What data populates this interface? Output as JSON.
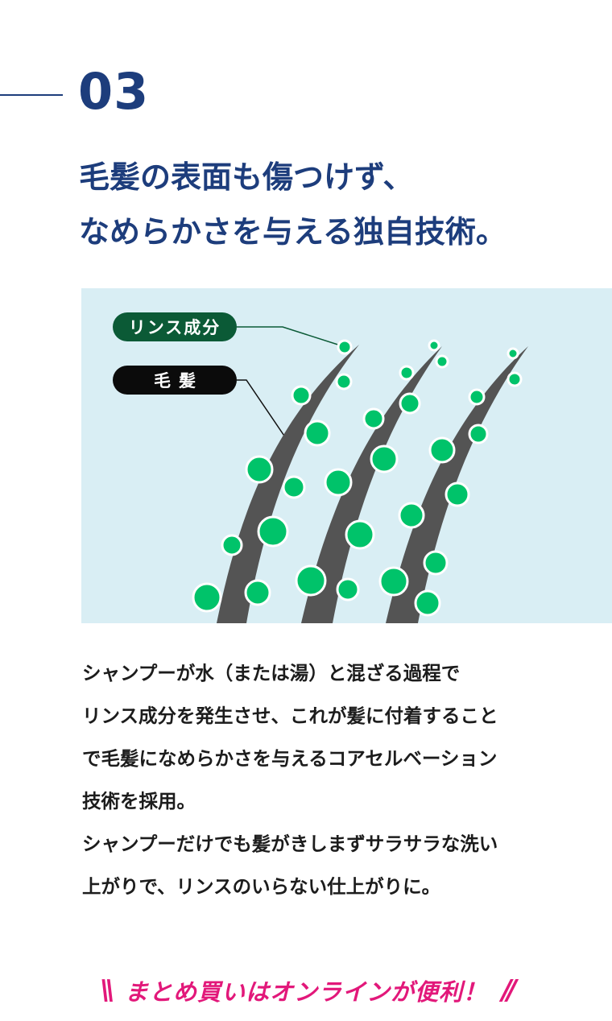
{
  "section": {
    "number": "03"
  },
  "headline": {
    "line1": "毛髪の表面も傷つけず、",
    "line2": "なめらかさを与える独自技術。"
  },
  "illustration": {
    "label_rinse": "リンス成分",
    "label_hair": "毛髪",
    "colors": {
      "background": "#d9eef4",
      "hair_strand": "#545454",
      "rinse_particle": "#00c36a",
      "rinse_label": "#0b5a36",
      "hair_label": "#0b0b0b"
    }
  },
  "body": {
    "lines": [
      "シャンプーが水（または湯）と混ざる過程で",
      "リンス成分を発生させ、これが髪に付着すること",
      "で毛髪になめらかさを与えるコアセルベーション",
      "技術を採用。",
      "シャンプーだけでも髪がきしまずサラサラな洗い",
      "上がりで、リンスのいらない仕上がりに。"
    ]
  },
  "cta": {
    "left_mark": "\\\\",
    "text": "まとめ買いはオンラインが便利！",
    "right_mark": "//"
  },
  "colors": {
    "navy": "#1d3d7c",
    "pink": "#e2187a"
  }
}
